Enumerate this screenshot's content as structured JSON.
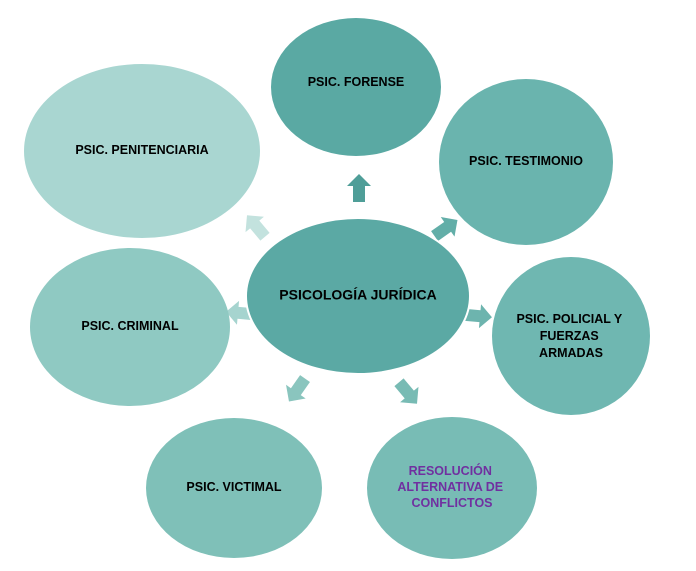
{
  "center": {
    "label": "PSICOLOGÍA JURÍDICA",
    "color": "#5ba9a4"
  },
  "nodes": [
    {
      "id": "forense",
      "lines": [
        "PSIC. FORENSE"
      ],
      "color": "#5aa9a3",
      "text_color": "#000000"
    },
    {
      "id": "testimonio",
      "lines": [
        "PSIC. TESTIMONIO"
      ],
      "color": "#6ab4ae",
      "text_color": "#000000"
    },
    {
      "id": "policial",
      "lines": [
        "PSIC. POLICIAL Y",
        "FUERZAS",
        "ARMADAS"
      ],
      "color": "#6fb7b1",
      "text_color": "#000000"
    },
    {
      "id": "resolucion",
      "lines": [
        "RESOLUCIÓN",
        "ALTERNATIVA DE",
        "CONFLICTOS"
      ],
      "color": "#78bcb5",
      "text_color": "#7030a0"
    },
    {
      "id": "victimal",
      "lines": [
        "PSIC. VICTIMAL"
      ],
      "color": "#7fc0b8",
      "text_color": "#000000"
    },
    {
      "id": "criminal",
      "lines": [
        "PSIC. CRIMINAL"
      ],
      "color": "#8fc9c2",
      "text_color": "#000000"
    },
    {
      "id": "penitenciaria",
      "lines": [
        "PSIC. PENITENCIARIA"
      ],
      "color": "#a9d6d1",
      "text_color": "#000000"
    }
  ],
  "arrow_colors": [
    "#4f9e98",
    "#62aea8",
    "#6db4ae",
    "#78bbb4",
    "#8ac5be",
    "#a6d4cf",
    "#c3e2de"
  ]
}
